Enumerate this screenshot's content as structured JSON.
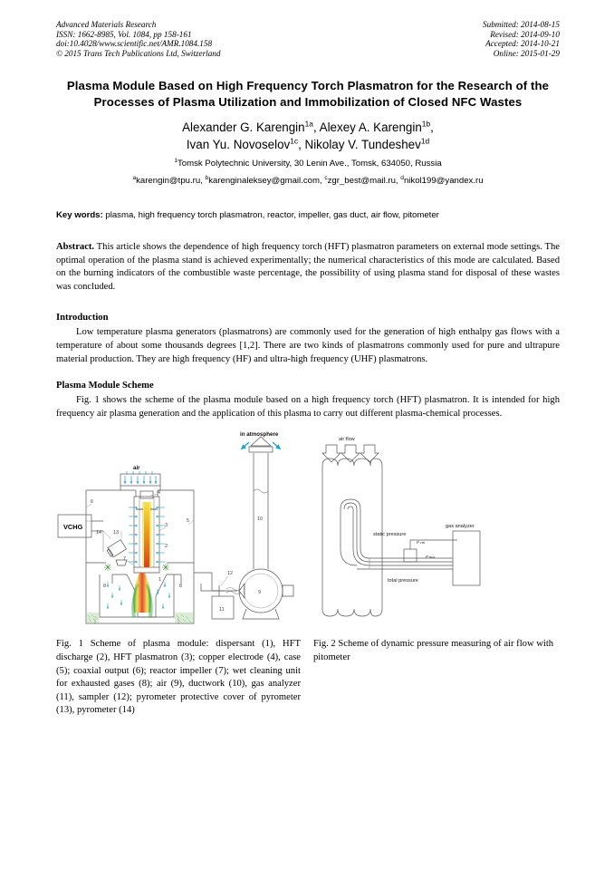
{
  "header": {
    "journal_name": "Advanced Materials Research",
    "issn_line": "ISSN: 1662-8985, Vol. 1084, pp 158-161",
    "doi_line": "doi:10.4028/www.scientific.net/AMR.1084.158",
    "copyright_line": "© 2015 Trans Tech Publications Ltd, Switzerland",
    "submitted": "Submitted: 2014-08-15",
    "revised": "Revised: 2014-09-10",
    "accepted": "Accepted: 2014-10-21",
    "online": "Online: 2015-01-29"
  },
  "title": "Plasma Module Based on High Frequency Torch Plasmatron for the Research of the Processes of Plasma Utilization and Immobilization of Closed NFC Wastes",
  "authors": {
    "line1_a": "Alexander G. Karengin",
    "line1_a_sup": "1a",
    "line1_sep": ", ",
    "line1_b": "Alexey A. Karengin",
    "line1_b_sup": "1b",
    "line1_end": ",",
    "line2_a": "Ivan Yu. Novoselov",
    "line2_a_sup": "1c",
    "line2_sep": ", ",
    "line2_b": "Nikolay V. Tundeshev",
    "line2_b_sup": "1d"
  },
  "affiliation": {
    "sup": "1",
    "text": "Tomsk Polytechnic University, 30 Lenin Ave., Tomsk, 634050, Russia"
  },
  "emails": {
    "a_sup": "a",
    "a": "karengin@tpu.ru, ",
    "b_sup": "b",
    "b": "karenginaleksey@gmail.com, ",
    "c_sup": "c",
    "c": "zgr_best@mail.ru, ",
    "d_sup": "d",
    "d": "nikol199@yandex.ru"
  },
  "keywords": {
    "label": "Key words:",
    "text": " plasma, high frequency torch plasmatron, reactor, impeller, gas duct, air flow, pitometer"
  },
  "abstract": {
    "label": "Abstract.",
    "text": " This article shows the dependence of high frequency torch (HFT) plasmatron parameters on external mode settings. The optimal operation of the plasma stand is achieved experimentally; the numerical characteristics of this mode are calculated. Based on the burning indicators of the combustible waste percentage, the possibility of using plasma stand for disposal of these wastes was concluded."
  },
  "sections": [
    {
      "heading": "Introduction",
      "paragraph": "Low temperature plasma generators (plasmatrons) are commonly used for the generation of high enthalpy gas flows with a temperature of about some thousands degrees [1,2]. There are two kinds of plasmatrons commonly used for pure and ultrapure material production. They are high frequency (HF) and ultra-high frequency (UHF) plasmatrons."
    },
    {
      "heading": "Plasma Module Scheme",
      "paragraph": "Fig. 1 shows the scheme of the plasma module based on a high frequency torch (HFT) plasmatron. It is intended for high frequency air plasma generation and the application of this plasma to carry out different plasma-chemical processes."
    }
  ],
  "figure1": {
    "caption": "Fig. 1 Scheme of plasma module: dispersant (1), HFT discharge (2), HFT plasmatron (3); copper electrode (4), case (5); coaxial output (6); reactor impeller (7); wet cleaning unit for exhausted gases (8); air (9), ductwork (10), gas analyzer (11), sampler (12); pyrometer protective cover of pyrometer (13), pyrometer (14)",
    "labels": {
      "air": "air",
      "in_atmosphere": "in atmosphere",
      "generator": "VCHG",
      "n1": "1",
      "n2": "2",
      "n3": "3",
      "n4": "4",
      "n5": "5",
      "n6": "6",
      "n7": "7",
      "n8a": "8",
      "n8b": "8",
      "n9": "9",
      "n10": "10",
      "n11": "11",
      "n12": "12",
      "n13": "13",
      "n14": "14"
    },
    "colors": {
      "arrow_blue": "#1aa3d6",
      "flame_red": "#e23b1e",
      "flame_orange": "#f29b1d",
      "flame_yellow": "#f6e44b",
      "flame_green": "#3aa64a",
      "outline": "#666666"
    }
  },
  "figure2": {
    "caption": "Fig. 2 Scheme of dynamic pressure measuring of air flow with pitometer",
    "labels": {
      "air_flow": "air flow",
      "static_pressure": "static pressure",
      "static_symbol": "P ст",
      "total_pressure": "total pressure",
      "total_symbol": "P пол",
      "gas_analyzer": "gas analyzer"
    },
    "colors": {
      "outline": "#555555"
    }
  }
}
